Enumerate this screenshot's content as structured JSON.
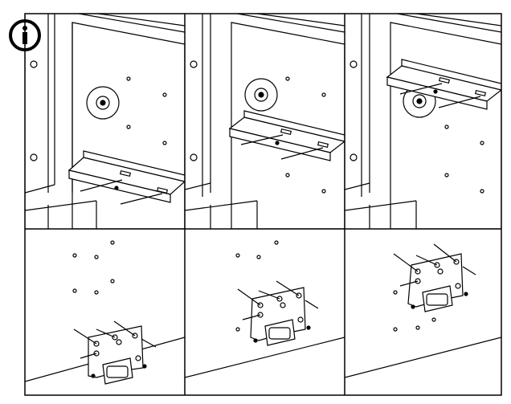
{
  "page": {
    "info_icon": "info-icon",
    "info_letter": "i",
    "colors": {
      "ink": "#000000",
      "paper": "#ffffff",
      "shade": "#e6e6e6"
    }
  },
  "panels": [
    {
      "id": "top-1",
      "scene": "wall-bracket-low"
    },
    {
      "id": "top-2",
      "scene": "wall-bracket-mid"
    },
    {
      "id": "top-3",
      "scene": "wall-bracket-high"
    },
    {
      "id": "bottom-1",
      "scene": "plate-screws-low"
    },
    {
      "id": "bottom-2",
      "scene": "plate-screws-mid"
    },
    {
      "id": "bottom-3",
      "scene": "plate-screws-high"
    }
  ]
}
